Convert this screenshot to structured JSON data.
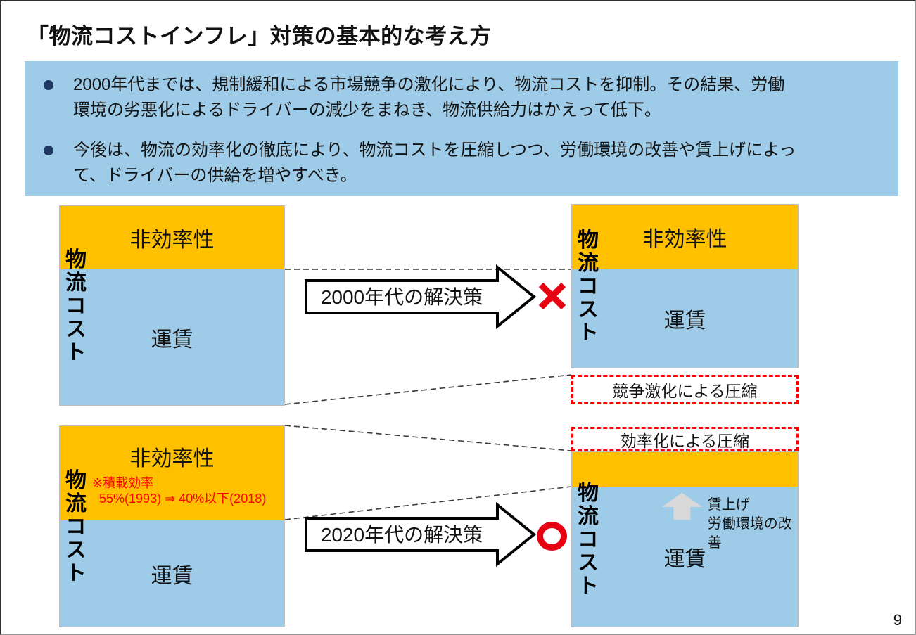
{
  "title": "「物流コストインフレ」対策の基本的な考え方",
  "page_number": "9",
  "summary": {
    "bullets": [
      "2000年代までは、規制緩和による市場競争の激化により、物流コストを抑制。その結果、労働\n環境の劣悪化によるドライバーの減少をまねき、物流供給力はかえって低下。",
      "今後は、物流の効率化の徹底により、物流コストを圧縮しつつ、労働環境の改善や賃上げによっ\nて、ドライバーの供給を増やすべき。"
    ]
  },
  "diagram": {
    "before_top": {
      "y_axis_label": "物流コスト",
      "inefficiency": "非効率性",
      "fare": "運賃"
    },
    "after_top": {
      "y_axis_label": "物流コスト",
      "inefficiency": "非効率性",
      "fare": "運賃"
    },
    "before_bottom": {
      "y_axis_label": "物流コスト",
      "inefficiency": "非効率性",
      "load_note": "※積載効率\n  55%(1993) ⇒ 40%以下(2018)",
      "fare": "運賃"
    },
    "after_bottom": {
      "y_axis_label": "物流コスト",
      "fare": "運賃",
      "wage_note": "賃上げ\n労働環境の改善"
    },
    "arrow_2000": {
      "label": "2000年代の解決策",
      "result_mark": "×"
    },
    "arrow_2020": {
      "label": "2020年代の解決策",
      "result_mark": "○"
    },
    "callout_competition": "競争激化による圧縮",
    "callout_efficiency": "効率化による圧縮"
  },
  "colors": {
    "inefficiency_orange": "#FFC000",
    "fare_blue": "#9DCBE8",
    "summary_box_blue": "#9DCBE8",
    "bullet_navy": "#1F3864",
    "result_red": "#E60012",
    "callout_red": "#FF0000",
    "wage_arrow_gray": "#D9D9D9"
  }
}
